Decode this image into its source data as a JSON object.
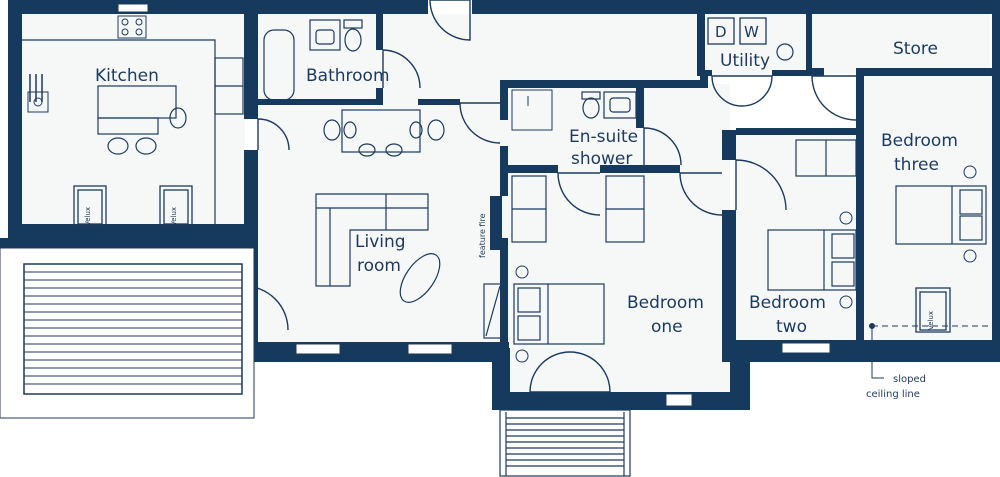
{
  "colors": {
    "wall": "#153a5e",
    "line": "#1c3a5e",
    "floor": "#f6f7f7",
    "background": "#ffffff"
  },
  "rooms": {
    "kitchen": "Kitchen",
    "bathroom": "Bathroom",
    "utility": "Utility",
    "store": "Store",
    "ensuite_line1": "En-suite",
    "ensuite_line2": "shower",
    "living_line1": "Living",
    "living_line2": "room",
    "bedroom_one_line1": "Bedroom",
    "bedroom_one_line2": "one",
    "bedroom_two_line1": "Bedroom",
    "bedroom_two_line2": "two",
    "bedroom_three_line1": "Bedroom",
    "bedroom_three_line2": "three"
  },
  "labels": {
    "feature_fire": "feature fire",
    "velux": "Velux",
    "dishwasher": "D",
    "washer": "W",
    "sloped_line1": "sloped",
    "sloped_line2": "ceiling line"
  },
  "icons": [
    "hob-icon",
    "sink-icon",
    "bath-icon",
    "toilet-icon",
    "shower-icon",
    "chair-icon",
    "sofa-icon",
    "bed-icon",
    "lamp-icon",
    "boiler-icon",
    "radiator-icon",
    "wardrobe-icon",
    "stairs-icon",
    "terrace-icon"
  ]
}
